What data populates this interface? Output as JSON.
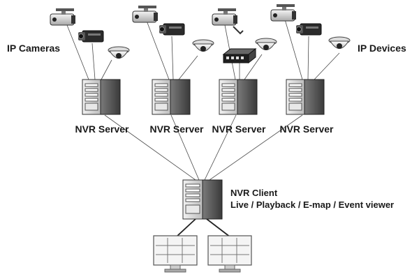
{
  "labels": {
    "ip_cameras": "IP Cameras",
    "ip_devices": "IP Devices",
    "nvr_server": "NVR Server",
    "nvr_client_title": "NVR Client",
    "nvr_client_subtitle": "Live / Playback / E-map / Event viewer"
  },
  "groups": [
    {
      "server_label": "NVR Server",
      "devices": [
        "bullet-camera",
        "box-camera",
        "dome-camera"
      ]
    },
    {
      "server_label": "NVR Server",
      "devices": [
        "bullet-camera",
        "box-camera",
        "dome-camera"
      ]
    },
    {
      "server_label": "NVR Server",
      "devices": [
        "bullet-camera",
        "video-encoder",
        "dome-camera"
      ]
    },
    {
      "server_label": "NVR Server",
      "devices": [
        "bullet-camera",
        "box-camera",
        "dome-camera"
      ]
    }
  ],
  "monitors": [
    "monitor",
    "monitor"
  ]
}
